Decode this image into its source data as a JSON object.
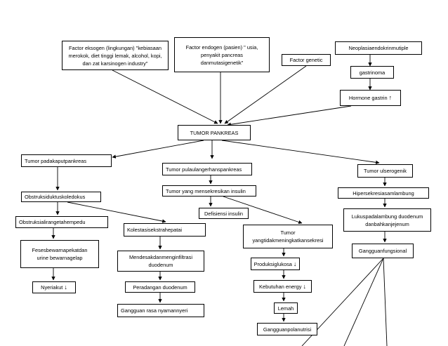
{
  "nodes": {
    "factor_eksogen": "Factor eksogen (lingkungan) \"kebiasaan merokok, diet tinggi lemak, alcohol, kopi, dan zat karsinogen industry\"",
    "factor_endogen": "Factor endogen (pasien) \" usia, penyakit pancreas danmutasigenetik\"",
    "factor_genetic": "Factor genetic",
    "neoplasia": "Neoplasiaendokrinmutiple",
    "gastrinoma": "gastrinoma",
    "hormone_gastrin": "Hormone gastrin",
    "tumor_pankreas": "TUMOR PANKREAS",
    "tumor_kaput": "Tumor padakaputpankreas",
    "obstruksi_duktus": "Obstruksiduktuskoledokus",
    "obstruksi_ampedu": "Obstruksialirangetahempedu",
    "feses": "Fesesbewarnapekatdan urine bewarnagelap",
    "nyeri_akut": "Nyeriakut",
    "kolestasis": "Kolestasisekstrahepatai",
    "mendesak": "Mendesakdanmenginfiltrasi duodenum",
    "peradangan": "Peradangan duodenum",
    "gangguan_rasa": "Gangguan rasa nyamannyeri",
    "tumor_langerhans": "Tumor pulaulangerhanspankreas",
    "tumor_insulin": "Tumor yang mensekresikan insulin",
    "defisiensi": "Defisiensi insulin",
    "tumor_tidak": "Tumor yangtidakmeningkatkansekresi",
    "produksi": "Produksiglukosa",
    "kebutuhan": "Kebutuhan energy",
    "lemah": "Lemah",
    "gangguan_nutrisi": "Gangguanpolanutrisi",
    "tumor_ulser": "Tumor ulserogenik",
    "hipersekresi": "Hipersekresiasamlambung",
    "luka": "Lukuspadalambung duodenum danbahkanjejenum",
    "gangguan_fungsional": "Gangguanfungsional"
  },
  "icons": {
    "up": "up-arrow-icon",
    "down": "down-arrow-icon"
  }
}
